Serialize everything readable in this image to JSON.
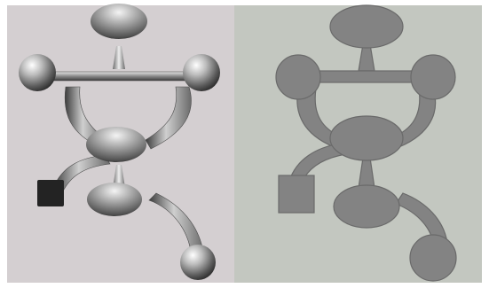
{
  "diagram": {
    "panels": [
      {
        "name": "shaded-3d-panel",
        "background": "#d4cfd1",
        "style": "3d"
      },
      {
        "name": "flat-silhouette-panel",
        "background": "#c3c7c0",
        "style": "flat"
      }
    ],
    "nodes": [
      {
        "id": "top-ellipse",
        "shape": "ellipse"
      },
      {
        "id": "left-sphere",
        "shape": "sphere"
      },
      {
        "id": "right-sphere",
        "shape": "sphere"
      },
      {
        "id": "center-ellipse",
        "shape": "ellipse"
      },
      {
        "id": "square-block",
        "shape": "square"
      },
      {
        "id": "lower-ellipse",
        "shape": "ellipse"
      },
      {
        "id": "tail-sphere",
        "shape": "sphere"
      }
    ],
    "connectors": [
      {
        "id": "top-stem",
        "from": "top-ellipse",
        "to": "crossbar",
        "kind": "cone"
      },
      {
        "id": "crossbar",
        "from": "left-sphere",
        "to": "right-sphere",
        "kind": "bar"
      },
      {
        "id": "left-arm",
        "from": "left-sphere",
        "to": "center-ellipse",
        "kind": "curved-tube"
      },
      {
        "id": "right-arm",
        "from": "right-sphere",
        "to": "center-ellipse",
        "kind": "curved-tube"
      },
      {
        "id": "block-arm",
        "from": "center-ellipse",
        "to": "square-block",
        "kind": "curved-tube"
      },
      {
        "id": "middle-stem",
        "from": "center-ellipse",
        "to": "lower-ellipse",
        "kind": "cone"
      },
      {
        "id": "tail-arm",
        "from": "lower-ellipse",
        "to": "tail-sphere",
        "kind": "curved-tube"
      }
    ],
    "colors": {
      "flat_fill": "#838383",
      "flat_outline": "#6a6a6a",
      "block_dark": "#232323",
      "sphere_highlight": "#ffffff",
      "sphere_shadow": "#2a2a2a"
    }
  }
}
